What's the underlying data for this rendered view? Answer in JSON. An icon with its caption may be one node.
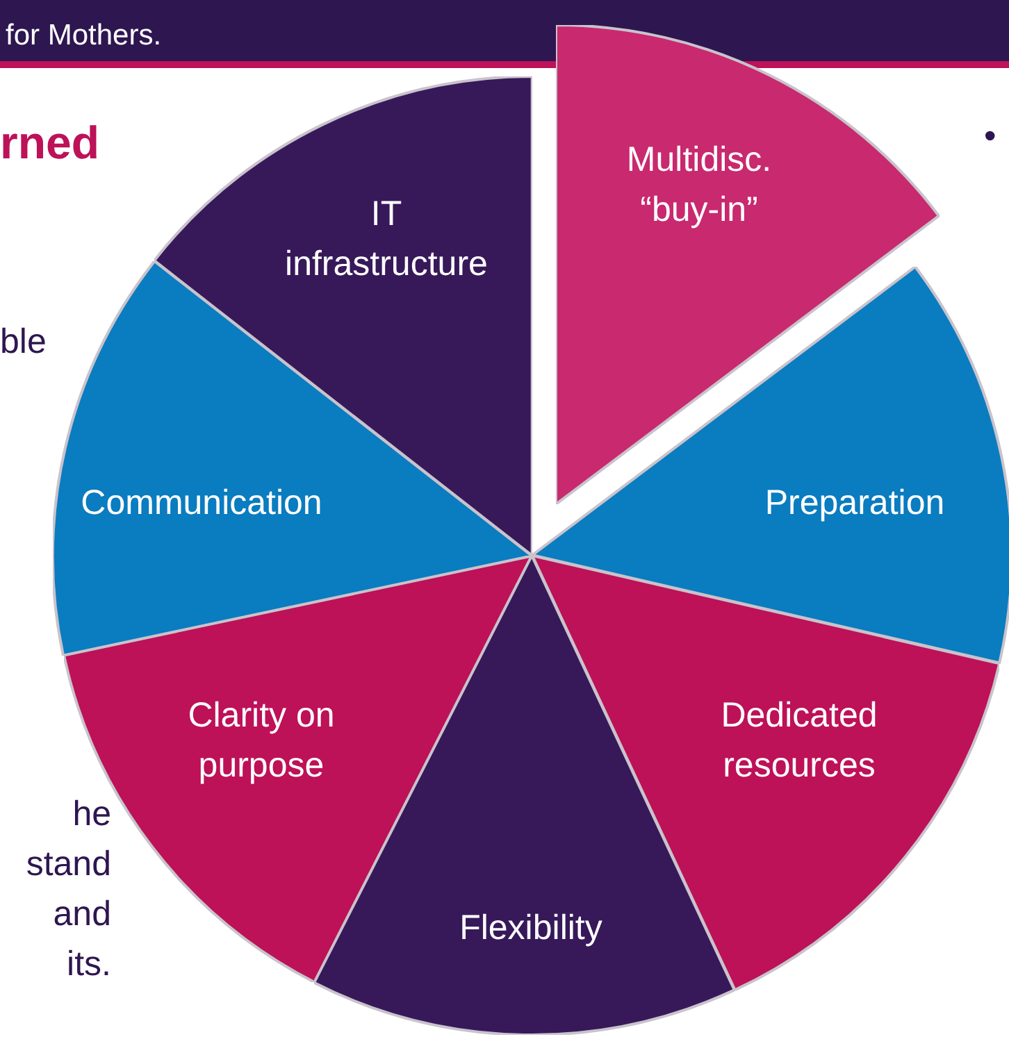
{
  "diagram": {
    "nodes": [
      {
        "text": [
          "IT infrastructure"
        ]
      },
      {
        "text": [
          "Multidisc. “buy-in”"
        ]
      },
      {
        "text": [
          "Communication"
        ]
      },
      {
        "text": [
          "Preparation"
        ]
      },
      {
        "text": [
          "Clarity on purpose"
        ]
      },
      {
        "text": [
          "Dedicated resources"
        ]
      },
      {
        "text": [
          "Flexibility"
        ]
      }
    ],
    "edges": [],
    "labels": [
      "for Mothers.",
      "rned",
      "•",
      "ble",
      "he stand and its."
    ]
  }
}
